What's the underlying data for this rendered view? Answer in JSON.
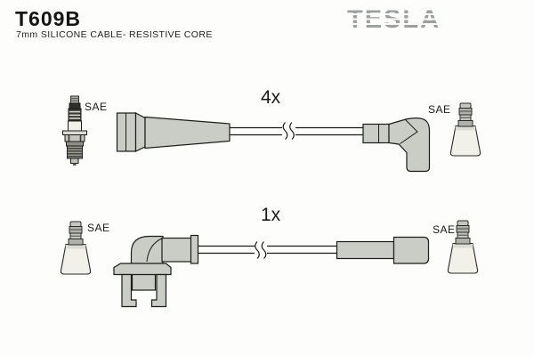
{
  "header": {
    "part_number": "T609B",
    "description": "7mm SILICONE CABLE- RESISTIVE CORE",
    "brand": "TESLA"
  },
  "diagram": {
    "rows": [
      {
        "quantity": "4x",
        "sae_left": "SAE",
        "sae_right": "SAE"
      },
      {
        "quantity": "1x",
        "sae_left": "SAE",
        "sae_right": "SAE"
      }
    ]
  },
  "colors": {
    "boot_gray": "#c9cdc5",
    "metal_gray": "#aeb2aa",
    "cone_white": "#f1f1ea",
    "outline": "#1c1c1a",
    "logo_gray": "#9ba1a0",
    "background": "#fdfdfc"
  }
}
